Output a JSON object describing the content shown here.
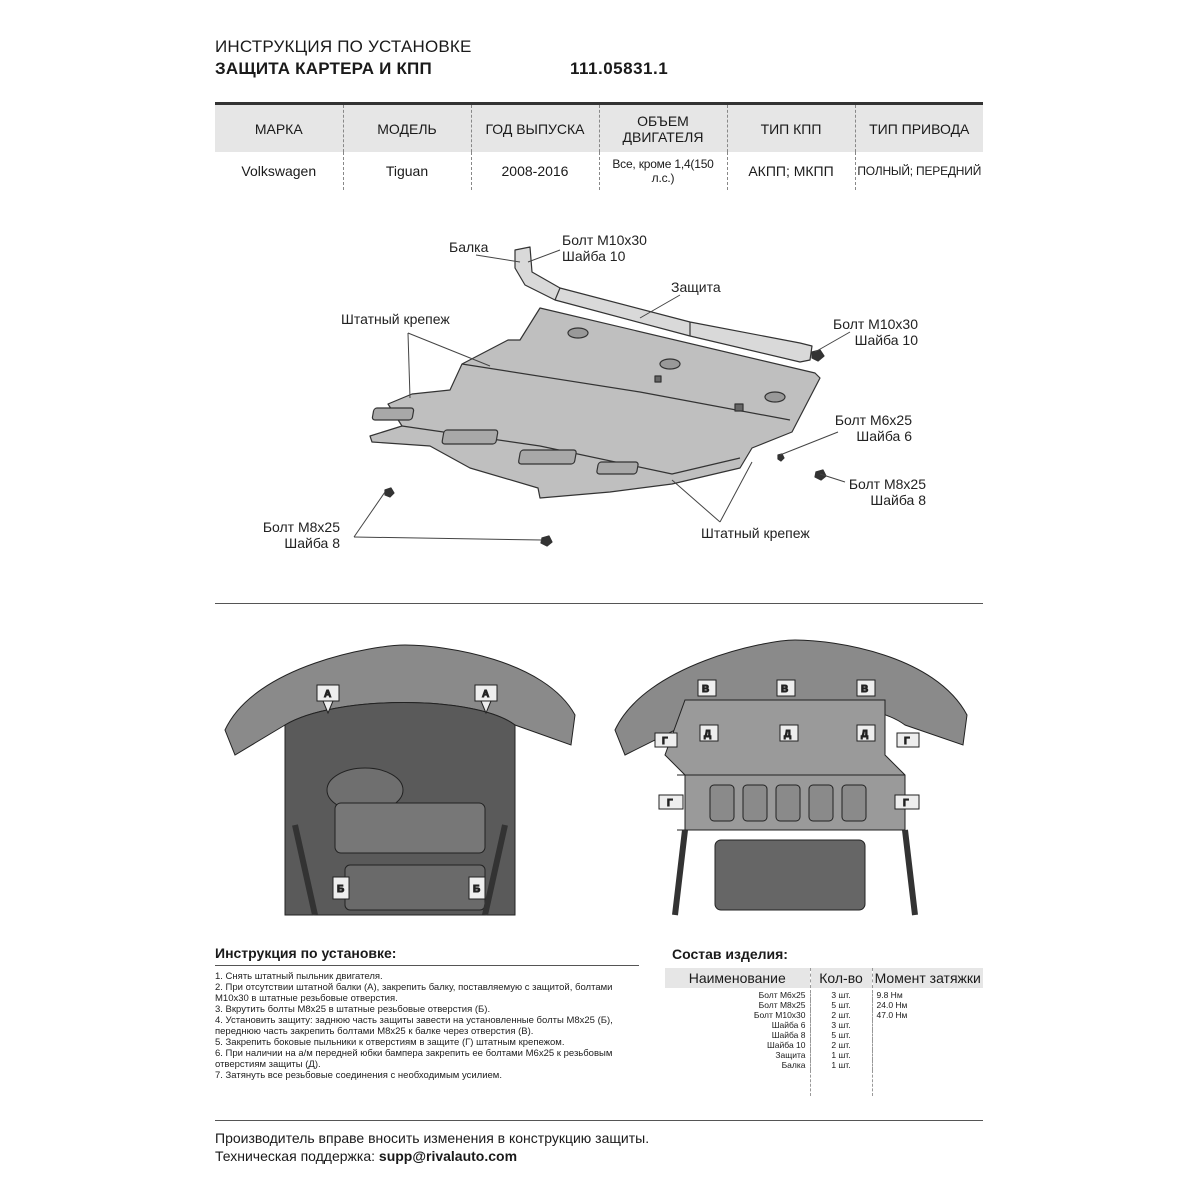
{
  "header": {
    "line1": "ИНСТРУКЦИЯ ПО УСТАНОВКЕ",
    "line2": "ЗАЩИТА КАРТЕРА И КПП",
    "article": "111.05831.1"
  },
  "spec": {
    "headers": [
      "МАРКА",
      "МОДЕЛЬ",
      "ГОД ВЫПУСКА",
      "ОБЪЕМ ДВИГАТЕЛЯ",
      "ТИП КПП",
      "ТИП ПРИВОДА"
    ],
    "row": [
      "Volkswagen",
      "Tiguan",
      "2008-2016",
      "Все, кроме 1,4(150 л.с.)",
      "АКПП; МКПП",
      "ПОЛНЫЙ; ПЕРЕДНИЙ"
    ]
  },
  "diagram": {
    "balka": "Балка",
    "bolt_m10_top": {
      "bolt": "Болт М10х30",
      "washer": "Шайба 10"
    },
    "zashchita": "Защита",
    "shtatny_top": "Штатный крепеж",
    "bolt_m10_right": {
      "bolt": "Болт М10х30",
      "washer": "Шайба 10"
    },
    "bolt_m6": {
      "bolt": "Болт М6х25",
      "washer": "Шайба 6"
    },
    "bolt_m8_right": {
      "bolt": "Болт М8х25",
      "washer": "Шайба 8"
    },
    "bolt_m8_left": {
      "bolt": "Болт М8х25",
      "washer": "Шайба 8"
    },
    "shtatny_bottom": "Штатный крепеж"
  },
  "markers": {
    "a": "А",
    "b": "Б",
    "v": "В",
    "g": "Г",
    "d": "Д"
  },
  "instructions": {
    "title": "Инструкция по установке:",
    "steps": [
      "1. Снять штатный пыльник двигателя.",
      "2. При отсутствии штатной балки (А), закрепить балку, поставляемую с защитой, болтами",
      "М10х30 в штатные резьбовые отверстия.",
      "3. Вкрутить болты М8х25 в штатные резьбовые отверстия (Б).",
      "4. Установить защиту: заднюю часть защиты завести на установленные болты М8х25 (Б),",
      "переднюю часть закрепить болтами М8х25 к балке через отверстия (В).",
      "5. Закрепить боковые пыльники к отверстиям в защите (Г) штатным крепежом.",
      "6. При наличии на а/м передней юбки бампера закрепить ее болтами М6х25 к резьбовым",
      "отверстиям защиты (Д).",
      "7. Затянуть все резьбовые соединения с необходимым усилием."
    ]
  },
  "composition": {
    "title": "Состав изделия:",
    "headers": [
      "Наименование",
      "Кол-во",
      "Момент затяжки"
    ],
    "rows": [
      {
        "name": "Болт М6х25",
        "qty": "3 шт.",
        "torque": "9.8 Нм"
      },
      {
        "name": "Болт М8х25",
        "qty": "5 шт.",
        "torque": "24.0 Нм"
      },
      {
        "name": "Болт М10х30",
        "qty": "2 шт.",
        "torque": "47.0 Нм"
      },
      {
        "name": "Шайба 6",
        "qty": "3 шт.",
        "torque": ""
      },
      {
        "name": "Шайба 8",
        "qty": "5 шт.",
        "torque": ""
      },
      {
        "name": "Шайба 10",
        "qty": "2 шт.",
        "torque": ""
      },
      {
        "name": "Защита",
        "qty": "1 шт.",
        "torque": ""
      },
      {
        "name": "Балка",
        "qty": "1 шт.",
        "torque": ""
      }
    ]
  },
  "footer": {
    "line1": "Производитель вправе вносить изменения в конструкцию защиты.",
    "line2_label": "Техническая поддержка:",
    "line2_value": "supp@rivalauto.com"
  }
}
